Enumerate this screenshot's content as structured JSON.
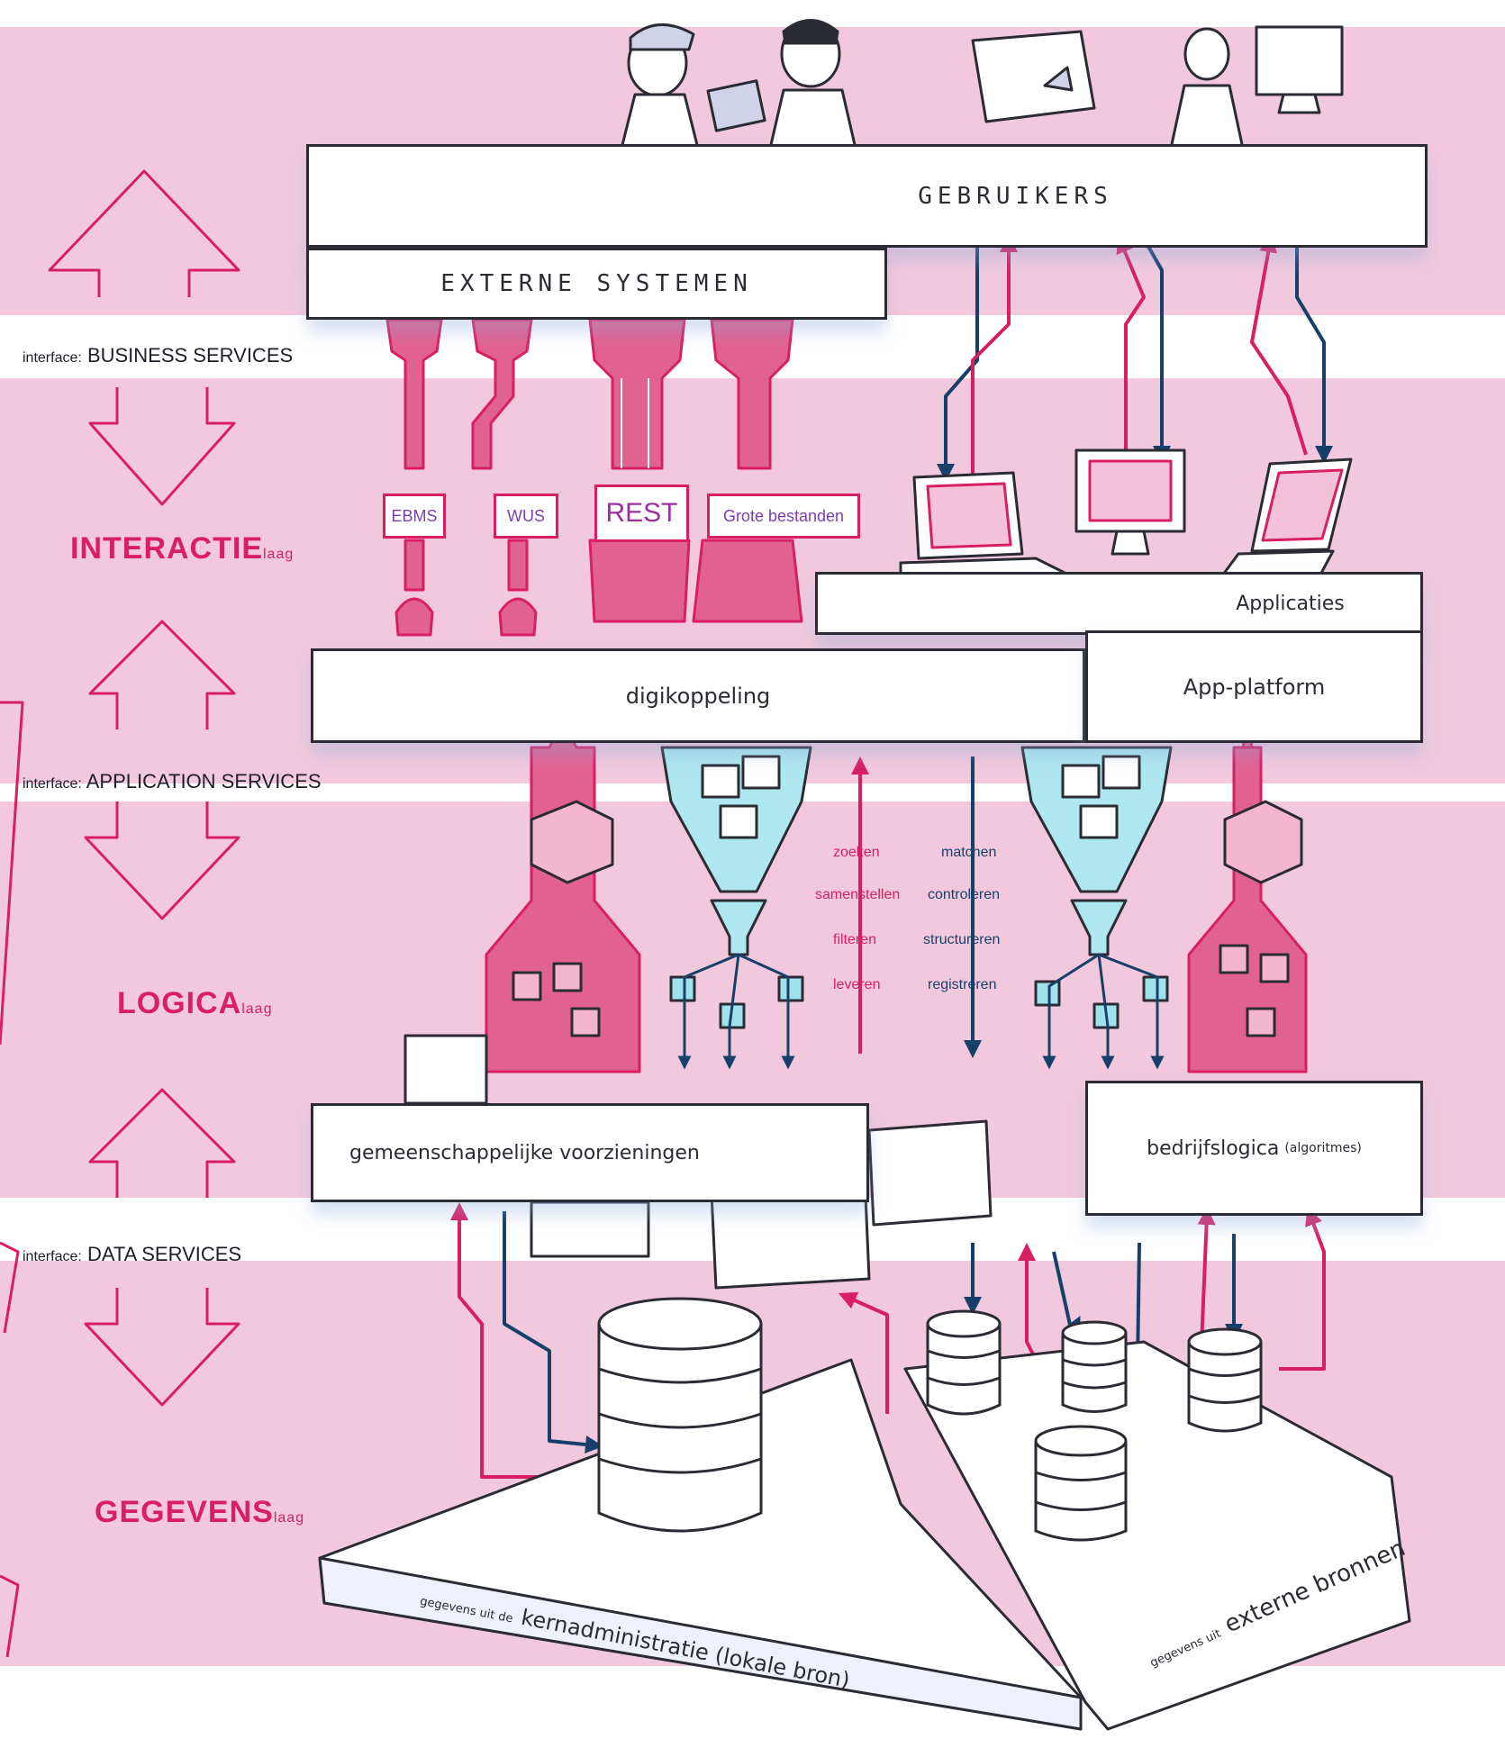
{
  "colors": {
    "band": "#f2c9dc",
    "accent": "#d81f63",
    "navy": "#16406a",
    "protocol_text": "#7b3fb0",
    "slab_outline": "#2b2b33"
  },
  "icons": [
    "computer-icon",
    "tablet-icon",
    "user-figure-icon",
    "laptop-icon",
    "monitor-icon",
    "database-icon",
    "data-cube-icon",
    "funnel-icon",
    "plug-icon"
  ],
  "layers": {
    "interactie": {
      "name": "INTERACTIE",
      "suffix": "laag"
    },
    "logica": {
      "name": "LOGICA",
      "suffix": "laag"
    },
    "gegevens": {
      "name": "GEGEVENS",
      "suffix": "laag"
    }
  },
  "interfaces": {
    "business": {
      "prefix": "interface:",
      "name": "BUSINESS SERVICES"
    },
    "application": {
      "prefix": "interface:",
      "name": "APPLICATION SERVICES"
    },
    "data": {
      "prefix": "interface:",
      "name": "DATA SERVICES"
    }
  },
  "blocks": {
    "gebruikers": "GEBRUIKERS",
    "externe_systemen": "EXTERNE SYSTEMEN",
    "digikoppeling": "digikoppeling",
    "applicaties": "Applicaties",
    "app_platform": "App-platform",
    "gemeenschappelijke": "gemeenschappelijke voorzieningen",
    "bedrijfslogica": "bedrijfslogica",
    "bedrijfslogica_sub": "(algoritmes)",
    "kern_prefix": "gegevens uit de",
    "kern_main": "kernadministratie (lokale bron)",
    "extern_prefix": "gegevens uit",
    "extern_main": "externe bronnen"
  },
  "protocols": [
    "EBMS",
    "WUS",
    "REST",
    "Grote bestanden"
  ],
  "operations": {
    "left": [
      "zoeken",
      "samenstellen",
      "filteren",
      "leveren"
    ],
    "right": [
      "matchen",
      "controleren",
      "structureren",
      "registreren"
    ]
  }
}
